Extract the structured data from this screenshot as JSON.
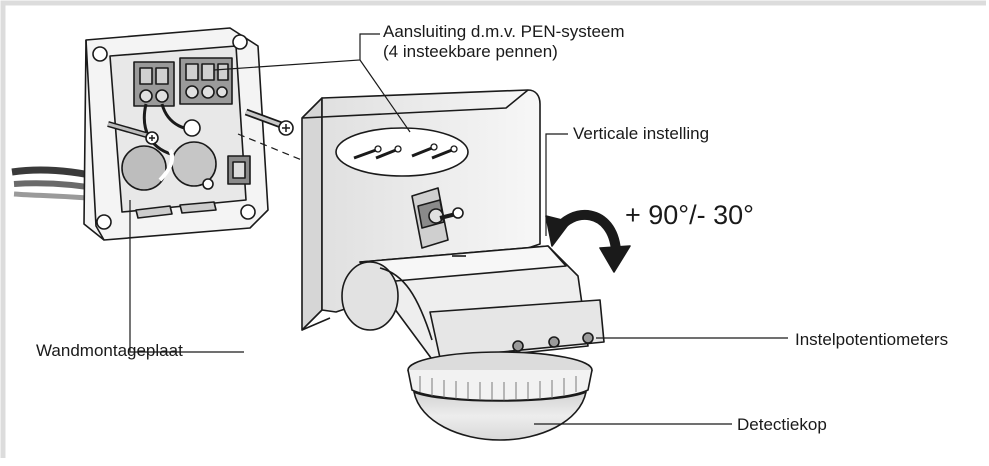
{
  "labels": {
    "connection_line1": "Aansluiting d.m.v. PEN-systeem",
    "connection_line2": "(4 insteekbare pennen)",
    "vertical_setting": "Verticale instelling",
    "angle_range": "+ 90°/- 30°",
    "wall_plate": "Wandmontageplaat",
    "potentiometers": "Instelpotentiometers",
    "detection_head": "Detectiekop"
  },
  "colors": {
    "frame": "#dcdcdc",
    "line": "#1a1a1a",
    "metal_light": "#efefef",
    "metal_mid": "#c9c9c9",
    "metal_dark": "#8a8a8a",
    "dome": "#e6e6e6"
  }
}
